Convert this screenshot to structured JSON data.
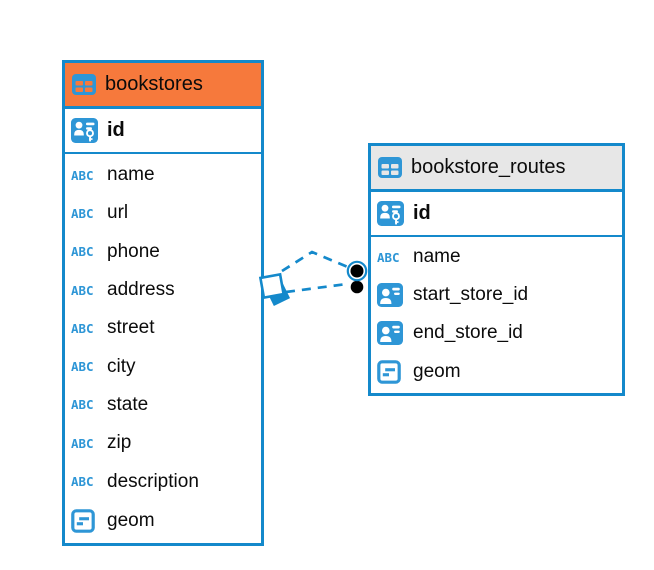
{
  "diagram": {
    "icons": {
      "abc_label": "ABC"
    },
    "colors": {
      "border_blue": "#1489CB",
      "icon_blue": "#2E96D6",
      "header_orange": "#F6793C",
      "header_gray": "#E7E7E7",
      "text": "#0B0B0B",
      "connector_dot": "#000000",
      "background": "#FFFFFF"
    },
    "tables": [
      {
        "name": "bookstores",
        "header_style": "orange",
        "primary_key": {
          "name": "id",
          "icon": "person-key-icon"
        },
        "fields": [
          {
            "name": "name",
            "icon": "text-type-icon"
          },
          {
            "name": "url",
            "icon": "text-type-icon"
          },
          {
            "name": "phone",
            "icon": "text-type-icon"
          },
          {
            "name": "address",
            "icon": "text-type-icon"
          },
          {
            "name": "street",
            "icon": "text-type-icon"
          },
          {
            "name": "city",
            "icon": "text-type-icon"
          },
          {
            "name": "state",
            "icon": "text-type-icon"
          },
          {
            "name": "zip",
            "icon": "text-type-icon"
          },
          {
            "name": "description",
            "icon": "text-type-icon"
          },
          {
            "name": "geom",
            "icon": "geometry-type-icon"
          }
        ]
      },
      {
        "name": "bookstore_routes",
        "header_style": "gray",
        "primary_key": {
          "name": "id",
          "icon": "person-key-icon"
        },
        "fields": [
          {
            "name": "name",
            "icon": "text-type-icon"
          },
          {
            "name": "start_store_id",
            "icon": "reference-type-icon"
          },
          {
            "name": "end_store_id",
            "icon": "reference-type-icon"
          },
          {
            "name": "geom",
            "icon": "geometry-type-icon"
          }
        ]
      }
    ],
    "relationships": [
      {
        "from": "bookstores",
        "to": "bookstore_routes",
        "style": "dashed",
        "path": "bent",
        "source_marker": "tilted-square",
        "target_marker": "filled-circle"
      },
      {
        "from": "bookstores",
        "to": "bookstore_routes",
        "style": "dashed",
        "path": "straight",
        "source_marker": "tilted-square",
        "target_marker": "filled-circle"
      }
    ]
  }
}
